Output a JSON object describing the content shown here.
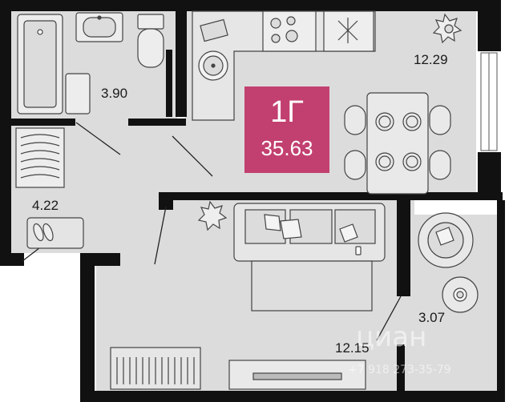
{
  "apartment": {
    "type_label": "1Г",
    "total_area": "35.63",
    "badge_color": "#c2406f",
    "floor_color": "#dcdcdc",
    "wall_color": "#111111"
  },
  "rooms": [
    {
      "id": "bathroom",
      "area": "3.90"
    },
    {
      "id": "kitchen",
      "area": "12.29"
    },
    {
      "id": "hallway",
      "area": "4.22"
    },
    {
      "id": "living-room",
      "area": "12.15"
    },
    {
      "id": "balcony",
      "area": "3.07"
    }
  ],
  "watermark": {
    "brand": "циан",
    "phone": "+7 918 273-35-79"
  }
}
